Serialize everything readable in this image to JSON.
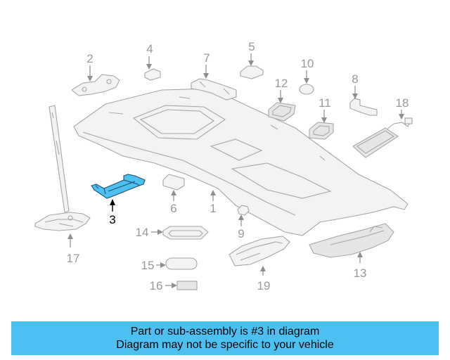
{
  "diagram": {
    "highlight_color": "#4cc1f1",
    "callouts": {
      "c1": "1",
      "c2": "2",
      "c3": "3",
      "c4": "4",
      "c5": "5",
      "c6": "6",
      "c7": "7",
      "c8": "8",
      "c9": "9",
      "c10": "10",
      "c11": "11",
      "c12": "12",
      "c13": "13",
      "c14": "14",
      "c15": "15",
      "c16": "16",
      "c17": "17",
      "c18": "18",
      "c19": "19"
    },
    "highlighted_callout": "3"
  },
  "banner": {
    "line1": "Part or sub-assembly is #3 in diagram",
    "line2": "Diagram may not be specific to your vehicle",
    "color": "#4cc1f1"
  }
}
